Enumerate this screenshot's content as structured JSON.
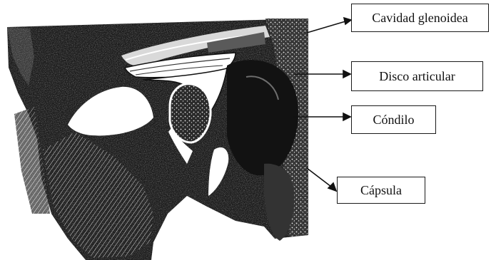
{
  "labels": {
    "cavidad": "Cavidad glenoidea",
    "disco": "Disco articular",
    "condilo": "Cóndilo",
    "capsula": "Cápsula"
  },
  "colors": {
    "ink": "#111111",
    "bone_dark": "#1c1c1c",
    "paper": "#ffffff",
    "tissue": "#6e6e6e"
  }
}
